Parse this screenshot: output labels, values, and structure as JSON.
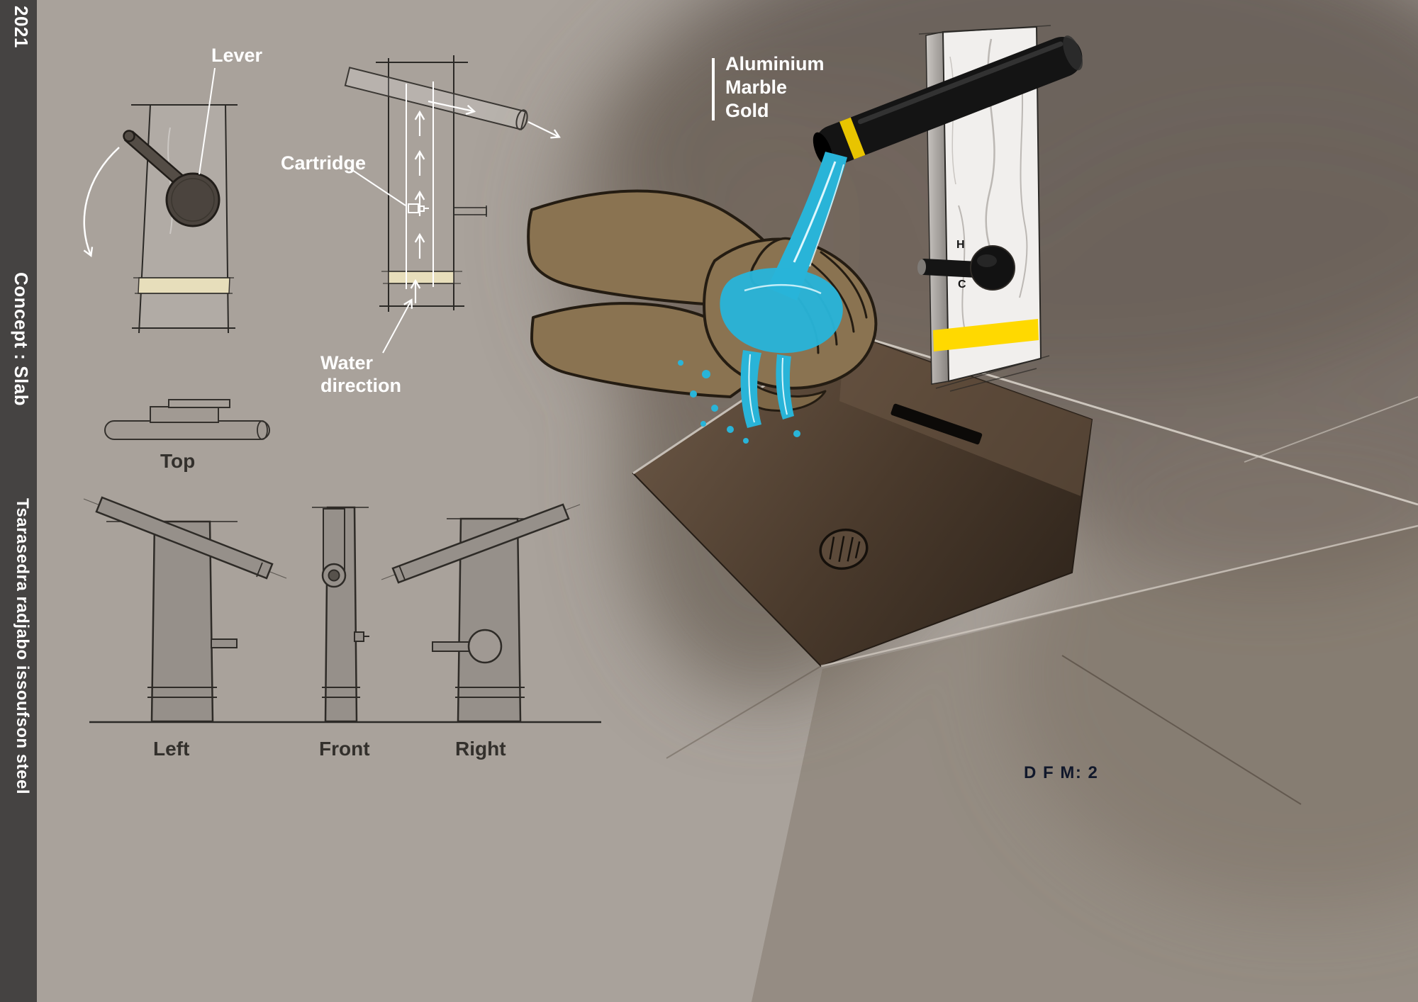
{
  "sidebar": {
    "year": "2021",
    "concept": "Concept : Slab",
    "author": "Tsarasedra radjabo issoufson steel"
  },
  "sketch_labels": {
    "lever": "Lever",
    "cartridge": "Cartridge",
    "water_direction": "Water direction"
  },
  "view_labels": {
    "top": "Top",
    "left": "Left",
    "front": "Front",
    "right": "Right"
  },
  "materials": {
    "items": [
      "Aluminium",
      "Marble",
      "Gold"
    ]
  },
  "faucet": {
    "hot": "H",
    "cold": "C"
  },
  "footer": {
    "dfm": "D F M:  2"
  },
  "colors": {
    "background": "#a9a29b",
    "sidebar": "#454342",
    "annotation_white": "#ffffff",
    "ink": "#2b2926",
    "water_cyan": "#29b4d8",
    "gold": "#ffd900",
    "gold_band_sketch": "#e7debb",
    "skin": "#8a7351",
    "sink_brown": "#4a3a2d",
    "marble_white": "#f1efed",
    "spout_black": "#141414"
  }
}
